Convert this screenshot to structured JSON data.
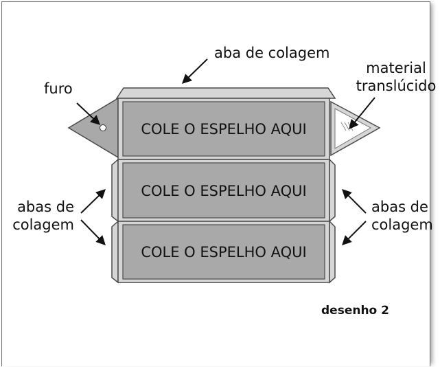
{
  "labels": {
    "aba_top": "aba de colagem",
    "furo": "furo",
    "material_line1": "material",
    "material_line2": "translúcido",
    "abas_left_line1": "abas de",
    "abas_left_line2": "colagem",
    "abas_right_line1": "abas de",
    "abas_right_line2": "colagem"
  },
  "panels": [
    "COLE O ESPELHO AQUI",
    "COLE O ESPELHO AQUI",
    "COLE O ESPELHO AQUI"
  ],
  "caption": "desenho 2",
  "colors": {
    "panel_fill": "#a9a9a9",
    "tab_fill": "#d6d6d6",
    "outline": "#4a4a4a",
    "arrow": "#111111"
  }
}
